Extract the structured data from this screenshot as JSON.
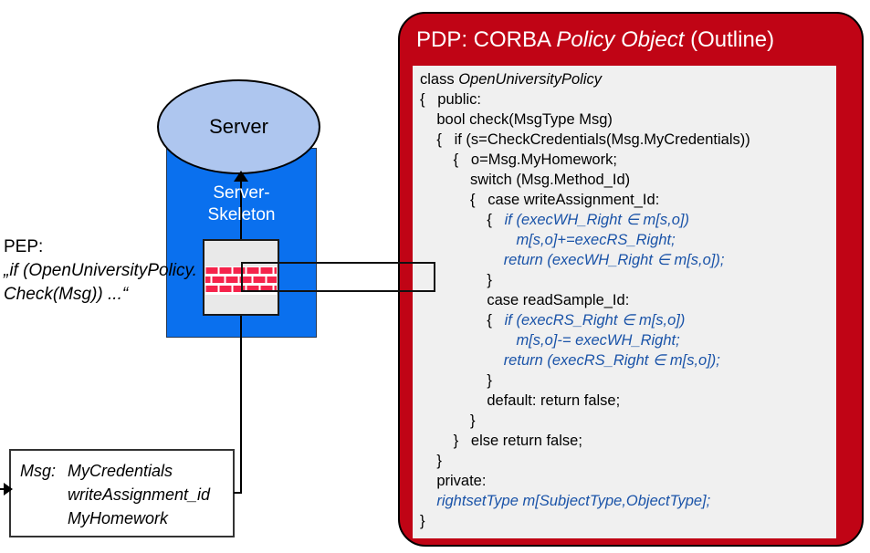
{
  "colors": {
    "panel_red": "#c00415",
    "server_blue": "#0a70ee",
    "ellipse_blue": "#aec6ef",
    "code_bg": "#f0f0f0",
    "pep_box_bg": "#e9e9e9",
    "brick_red": "#f5234b",
    "code_blue": "#1a53a8"
  },
  "pdp": {
    "title": {
      "prefix": "PDP: CORBA ",
      "italic": "Policy Object",
      "suffix": " (Outline)"
    },
    "code_lines": [
      [
        [
          "k",
          "class "
        ],
        [
          "i",
          "OpenUniversityPolicy"
        ]
      ],
      [
        [
          "k",
          "{   public:"
        ]
      ],
      [
        [
          "k",
          "    bool check(MsgType Msg)"
        ]
      ],
      [
        [
          "k",
          "    {   if (s=CheckCredentials(Msg.MyCredentials))"
        ]
      ],
      [
        [
          "k",
          "        {   o=Msg.MyHomework;"
        ]
      ],
      [
        [
          "k",
          "            switch (Msg.Method_Id)"
        ]
      ],
      [
        [
          "k",
          "            {   case writeAssignment_Id:"
        ]
      ],
      [
        [
          "k",
          "                {   "
        ],
        [
          "b",
          "if (execWH_Right ∈ m[s,o])"
        ]
      ],
      [
        [
          "k",
          "                       "
        ],
        [
          "b",
          "m[s,o]+=execRS_Right;"
        ]
      ],
      [
        [
          "k",
          "                    "
        ],
        [
          "b",
          "return (execWH_Right ∈ m[s,o]);"
        ]
      ],
      [
        [
          "k",
          "                }"
        ]
      ],
      [
        [
          "k",
          "                case readSample_Id:"
        ]
      ],
      [
        [
          "k",
          "                {   "
        ],
        [
          "b",
          "if (execRS_Right ∈ m[s,o])"
        ]
      ],
      [
        [
          "k",
          "                       "
        ],
        [
          "b",
          "m[s,o]-= execWH_Right;"
        ]
      ],
      [
        [
          "k",
          "                    "
        ],
        [
          "b",
          "return (execRS_Right ∈ m[s,o]);"
        ]
      ],
      [
        [
          "k",
          "                }"
        ]
      ],
      [
        [
          "k",
          "                default: return false;"
        ]
      ],
      [
        [
          "k",
          "            }"
        ]
      ],
      [
        [
          "k",
          "        }   else return false;"
        ]
      ],
      [
        [
          "k",
          "    }"
        ]
      ],
      [
        [
          "k",
          "    private:"
        ]
      ],
      [
        [
          "k",
          "    "
        ],
        [
          "b",
          "rightsetType m[SubjectType,ObjectType];"
        ]
      ],
      [
        [
          "k",
          "}"
        ]
      ]
    ]
  },
  "server": {
    "label": "Server",
    "skeleton_line1": "Server-",
    "skeleton_line2": "Skeleton"
  },
  "pep": {
    "title": "PEP:",
    "lines": [
      "„if (OpenUniversityPolicy.",
      "Check(Msg)) ...“"
    ]
  },
  "msg": {
    "label": "Msg:",
    "lines": [
      "MyCredentials",
      "writeAssignment_id",
      "MyHomework"
    ]
  }
}
